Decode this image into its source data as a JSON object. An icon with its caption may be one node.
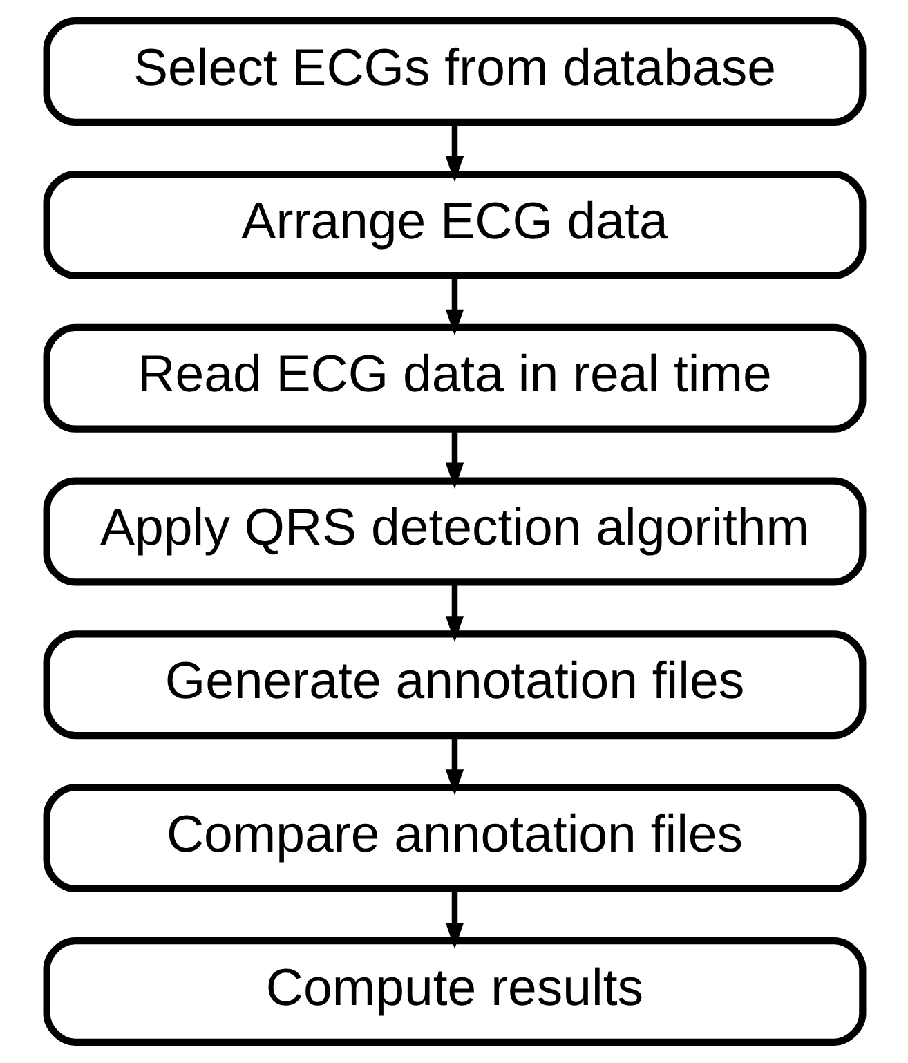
{
  "diagram": {
    "nodes": [
      {
        "text": [
          "Select ECGs from database"
        ]
      },
      {
        "text": [
          "Arrange ECG data"
        ]
      },
      {
        "text": [
          "Read ECG data in real time"
        ]
      },
      {
        "text": [
          "Apply QRS detection algorithm"
        ]
      },
      {
        "text": [
          "Generate annotation files"
        ]
      },
      {
        "text": [
          "Compare annotation files"
        ]
      },
      {
        "text": [
          "Compute results"
        ]
      }
    ],
    "edges": [
      {
        "from": 0,
        "to": 1,
        "arrow": "to"
      },
      {
        "from": 1,
        "to": 2,
        "arrow": "to"
      },
      {
        "from": 2,
        "to": 3,
        "arrow": "to"
      },
      {
        "from": 3,
        "to": 4,
        "arrow": "to"
      },
      {
        "from": 4,
        "to": 5,
        "arrow": "to"
      },
      {
        "from": 5,
        "to": 6,
        "arrow": "to"
      }
    ]
  }
}
